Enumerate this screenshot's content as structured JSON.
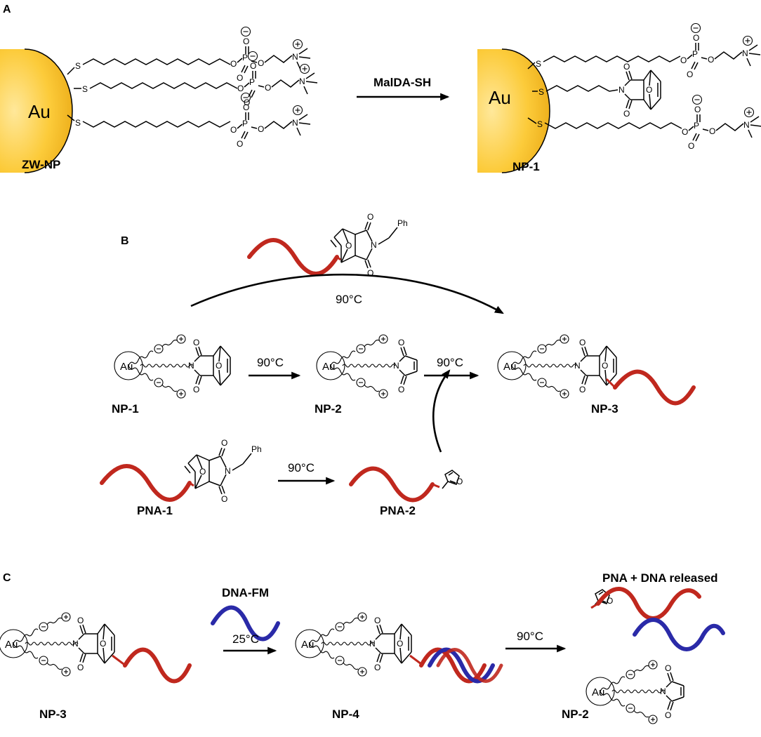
{
  "sections": {
    "a": "A",
    "b": "B",
    "c": "C"
  },
  "atoms": {
    "gold": "Au",
    "sulfur": "S",
    "oxygen": "O",
    "phosphorus": "P",
    "nitrogen": "N",
    "phenyl": "Ph",
    "plus": "+",
    "minus": "−"
  },
  "panel_a": {
    "left_label": "ZW-NP",
    "right_label": "NP-1",
    "reagent": "MalDA-SH"
  },
  "panel_b": {
    "np1": "NP-1",
    "np2": "NP-2",
    "np3": "NP-3",
    "pna1": "PNA-1",
    "pna2": "PNA-2",
    "temp_top": "90°C",
    "temp_np1_np2": "90°C",
    "temp_np2_np3": "90°C",
    "temp_pna": "90°C"
  },
  "panel_c": {
    "np3": "NP-3",
    "np4": "NP-4",
    "np2": "NP-2",
    "reagent": "DNA-FM",
    "temp_first": "25°C",
    "temp_second": "90°C",
    "released": "PNA + DNA released"
  },
  "colors": {
    "gold_light": "#FFD75A",
    "gold_dark": "#E8A818",
    "pna_red": "#C0281E",
    "dna_blue": "#2A2AA8"
  }
}
